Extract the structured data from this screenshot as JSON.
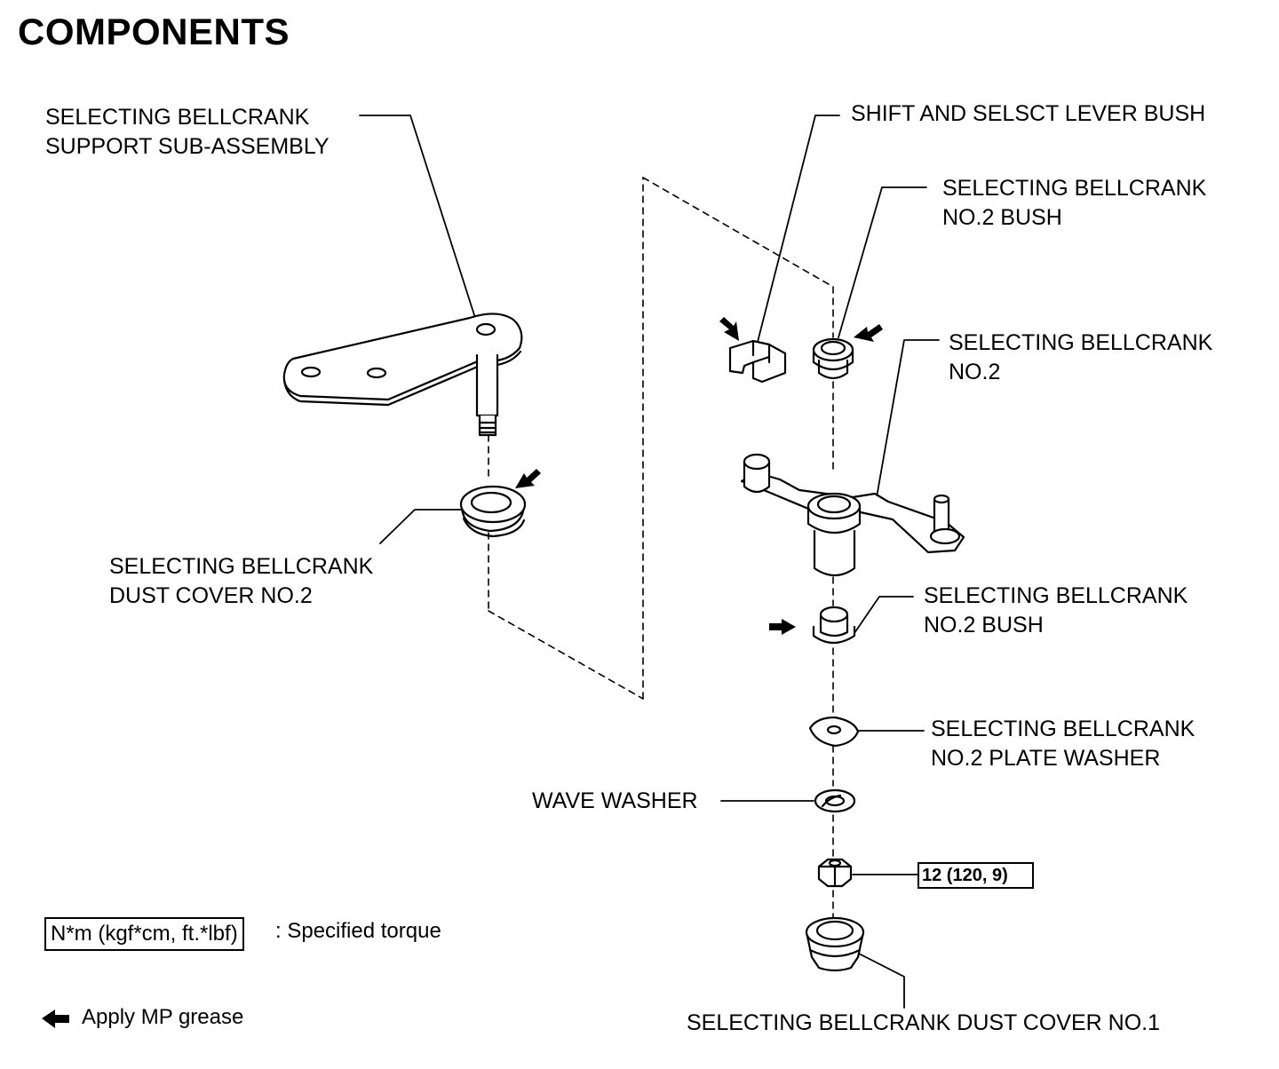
{
  "title": "COMPONENTS",
  "labels": {
    "support_sub_assembly": [
      "SELECTING BELLCRANK",
      "SUPPORT SUB-ASSEMBLY"
    ],
    "dust_cover_no2": [
      "SELECTING BELLCRANK",
      "DUST COVER NO.2"
    ],
    "lever_bush": [
      "SHIFT AND SELSCT LEVER BUSH"
    ],
    "no2_bush_upper": [
      "SELECTING BELLCRANK",
      "NO.2 BUSH"
    ],
    "bellcrank_no2": [
      "SELECTING BELLCRANK",
      "NO.2"
    ],
    "no2_bush_lower": [
      "SELECTING BELLCRANK",
      "NO.2 BUSH"
    ],
    "plate_washer": [
      "SELECTING BELLCRANK",
      "NO.2 PLATE WASHER"
    ],
    "wave_washer": [
      "WAVE WASHER"
    ],
    "dust_cover_no1": [
      "SELECTING BELLCRANK DUST COVER NO.1"
    ]
  },
  "torque_value": "12 (120, 9)",
  "legend": {
    "torque_units": "N*m (kgf*cm, ft.*lbf)",
    "torque_desc": ": Specified torque",
    "grease_desc": "Apply MP grease"
  }
}
